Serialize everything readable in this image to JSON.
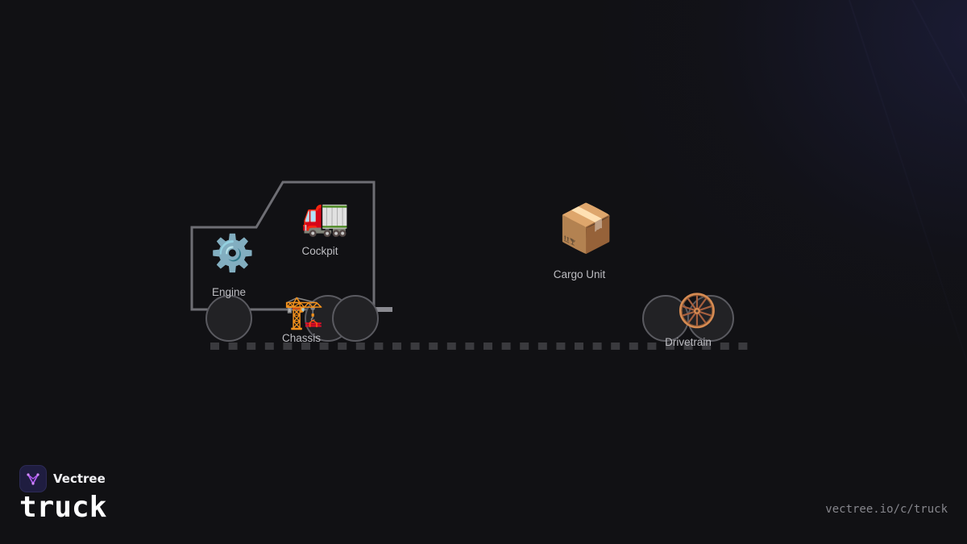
{
  "diagram": {
    "nodes": [
      {
        "id": "engine",
        "label": "Engine",
        "icon": "⚙️",
        "icon_name": "gear-icon"
      },
      {
        "id": "cockpit",
        "label": "Cockpit",
        "icon": "🚛",
        "icon_name": "truck-icon"
      },
      {
        "id": "chassis",
        "label": "Chassis",
        "icon": "🏗️",
        "icon_name": "crane-icon"
      },
      {
        "id": "cargo",
        "label": "Cargo Unit",
        "icon": "📦",
        "icon_name": "package-icon"
      },
      {
        "id": "drivetrain",
        "label": "Drivetrain",
        "icon": "🛞",
        "icon_name": "wheel-icon"
      }
    ]
  },
  "brand": {
    "name": "Vectree",
    "logo": "vectree-logo-icon"
  },
  "page": {
    "title": "truck",
    "url": "vectree.io/c/truck"
  },
  "colors": {
    "background": "#111114",
    "outline": "#6e6e74",
    "road": "#3a3a3e",
    "accent": "#b05cf0",
    "text": "#bdbdc2"
  }
}
